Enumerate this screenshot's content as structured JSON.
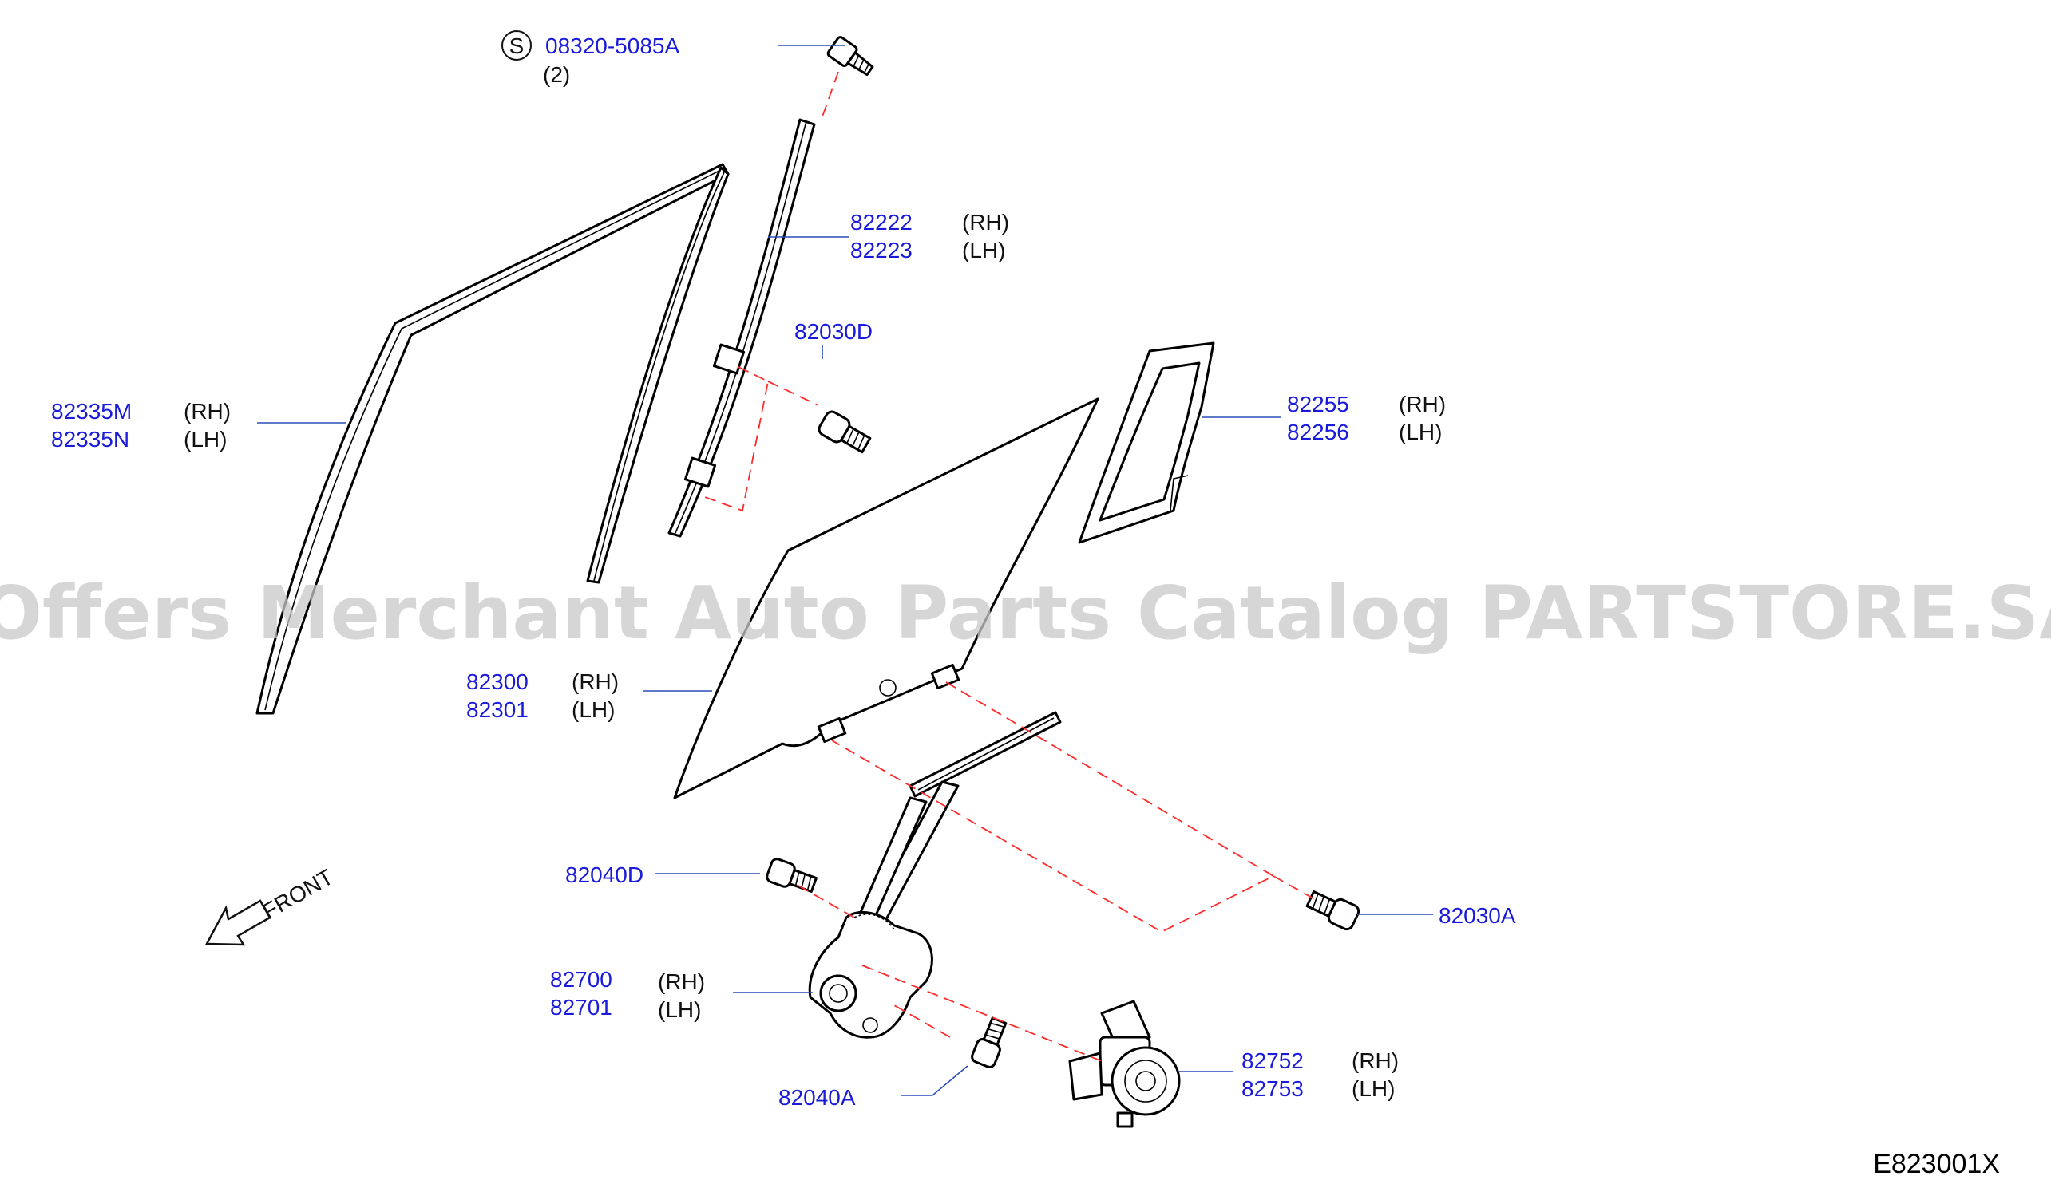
{
  "watermark": "Offers Merchant Auto Parts Catalog PARTSTORE.SA",
  "diagram_code": "E823001X",
  "front_label": "FRONT",
  "screw_std": {
    "symbol": "S",
    "number": "08320-5085A",
    "qty": "(2)"
  },
  "callouts": [
    {
      "id": "sash_rear",
      "numbers": [
        "82222",
        "82223"
      ],
      "sides": [
        "(RH)",
        "(LH)"
      ]
    },
    {
      "id": "bolt_sash",
      "numbers": [
        "82030D"
      ],
      "sides": []
    },
    {
      "id": "weatherstrip",
      "numbers": [
        "82335M",
        "82335N"
      ],
      "sides": [
        "(RH)",
        "(LH)"
      ]
    },
    {
      "id": "partition_glass",
      "numbers": [
        "82255",
        "82256"
      ],
      "sides": [
        "(RH)",
        "(LH)"
      ]
    },
    {
      "id": "door_glass",
      "numbers": [
        "82300",
        "82301"
      ],
      "sides": [
        "(RH)",
        "(LH)"
      ]
    },
    {
      "id": "bolt_regulator_upper",
      "numbers": [
        "82040D"
      ],
      "sides": []
    },
    {
      "id": "bolt_glass",
      "numbers": [
        "82030A"
      ],
      "sides": []
    },
    {
      "id": "regulator",
      "numbers": [
        "82700",
        "82701"
      ],
      "sides": [
        "(RH)",
        "(LH)"
      ]
    },
    {
      "id": "motor",
      "numbers": [
        "82752",
        "82753"
      ],
      "sides": [
        "(RH)",
        "(LH)"
      ]
    },
    {
      "id": "bolt_regulator_lower",
      "numbers": [
        "82040A"
      ],
      "sides": []
    }
  ]
}
